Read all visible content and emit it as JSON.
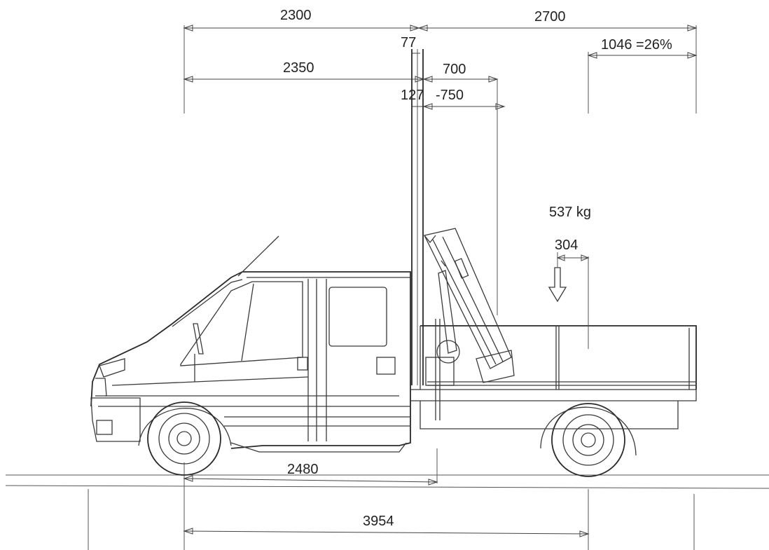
{
  "dimensions": {
    "d2300": "2300",
    "d2700": "2700",
    "d77": "77",
    "d1046": "1046 =26%",
    "d2350": "2350",
    "d700": "700",
    "d127": "127",
    "dm750": "-750",
    "load": "537 kg",
    "d304": "304",
    "d2480": "2480",
    "d3954": "3954"
  }
}
